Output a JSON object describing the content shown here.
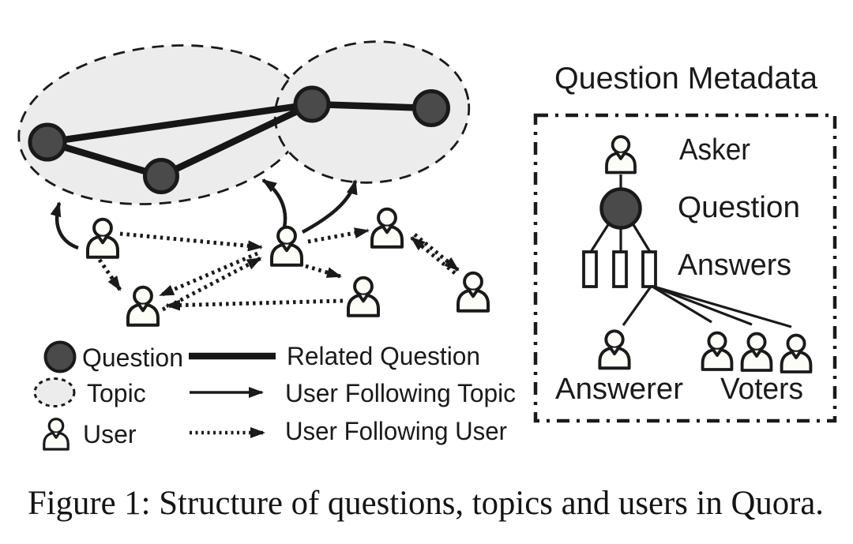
{
  "figure": {
    "caption": "Figure 1: Structure of questions, topics and users in Quora.",
    "legend": {
      "question_label": "Question",
      "topic_label": "Topic",
      "user_label": "User",
      "related_question_label": "Related Question",
      "user_following_topic_label": "User Following Topic",
      "user_following_user_label": "User Following User"
    },
    "metadata_panel": {
      "title": "Question Metadata",
      "asker_label": "Asker",
      "question_label": "Question",
      "answers_label": "Answers",
      "answerer_label": "Answerer",
      "voters_label": "Voters",
      "answers_count": 3,
      "voters_count": 3
    },
    "graph": {
      "topics": 2,
      "question_nodes": 4,
      "user_nodes": 6,
      "related_question_edges": 4,
      "user_following_topic_arrows": 3,
      "user_following_user_arrows": 9
    },
    "colors": {
      "question_node_fill": "#4a4a4a",
      "topic_fill": "#ececec",
      "ink": "#1a1a1a"
    }
  }
}
